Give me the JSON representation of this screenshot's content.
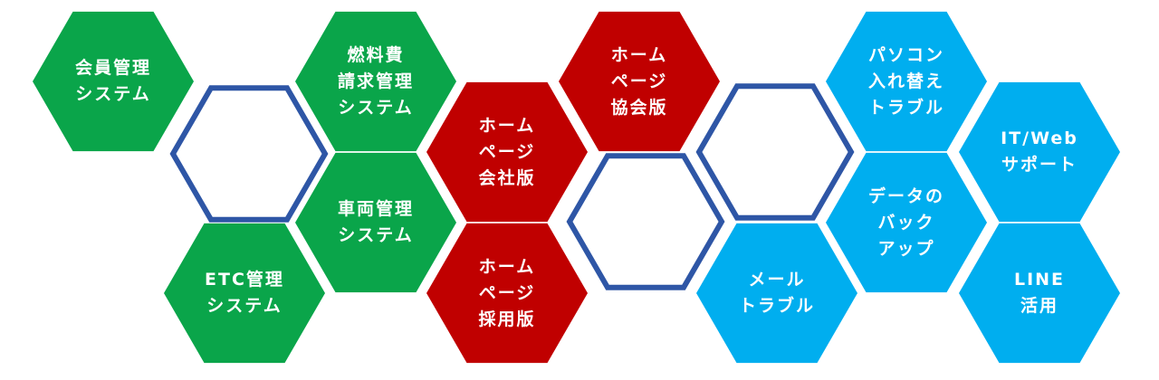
{
  "colors": {
    "green": "#0aa54a",
    "red": "#c00000",
    "blue": "#00aeef",
    "outline": "#2e56a6"
  },
  "hexes": [
    {
      "id": "kaiin",
      "color": "green",
      "lines": [
        "会員管理",
        "システム"
      ]
    },
    {
      "id": "nenryohi",
      "color": "green",
      "lines": [
        "燃料費",
        "請求管理",
        "システム"
      ]
    },
    {
      "id": "sharyo",
      "color": "green",
      "lines": [
        "車両管理",
        "システム"
      ]
    },
    {
      "id": "etc",
      "color": "green",
      "lines": [
        "ETC管理",
        "システム"
      ]
    },
    {
      "id": "hp-kaisha",
      "color": "red",
      "lines": [
        "ホーム",
        "ページ",
        "会社版"
      ]
    },
    {
      "id": "hp-kyokai",
      "color": "red",
      "lines": [
        "ホーム",
        "ページ",
        "協会版"
      ]
    },
    {
      "id": "hp-saiyo",
      "color": "red",
      "lines": [
        "ホーム",
        "ページ",
        "採用版"
      ]
    },
    {
      "id": "pasokon",
      "color": "blue",
      "lines": [
        "パソコン",
        "入れ替え",
        "トラブル"
      ]
    },
    {
      "id": "itweb",
      "color": "blue",
      "lines": [
        "IT/Web",
        "サポート"
      ]
    },
    {
      "id": "data",
      "color": "blue",
      "lines": [
        "データの",
        "バック",
        "アップ"
      ]
    },
    {
      "id": "mail",
      "color": "blue",
      "lines": [
        "メール",
        "トラブル"
      ]
    },
    {
      "id": "line",
      "color": "blue",
      "lines": [
        "LINE",
        "活用"
      ]
    }
  ],
  "outlines": [
    {
      "id": "empty-1"
    },
    {
      "id": "empty-2"
    },
    {
      "id": "empty-3"
    }
  ]
}
